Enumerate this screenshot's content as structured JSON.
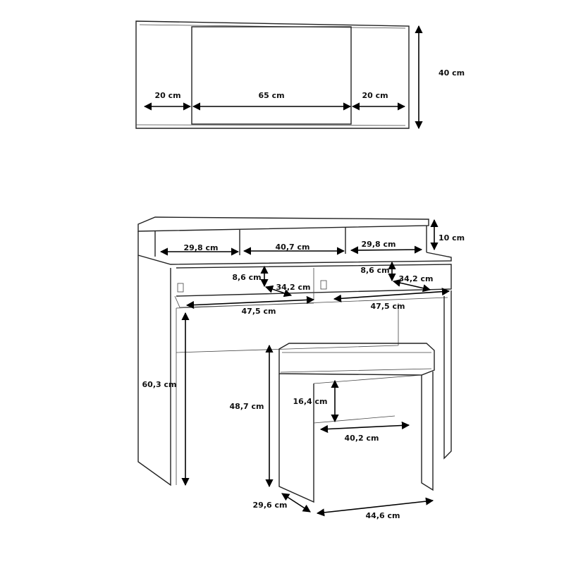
{
  "mirror": {
    "width_left": "20 cm",
    "width_center": "65 cm",
    "width_right": "20 cm",
    "height": "40 cm"
  },
  "console": {
    "shelf_height": "10 cm",
    "shelf_left": "29,8 cm",
    "shelf_center": "40,7 cm",
    "shelf_right": "29,8 cm",
    "drawer_left_height": "8,6 cm",
    "drawer_left_depth": "34,2 cm",
    "drawer_right_height": "8,6 cm",
    "drawer_right_depth": "34,2 cm",
    "drawer_left_width": "47,5 cm",
    "drawer_right_width": "47,5 cm",
    "knee_height": "60,3 cm"
  },
  "stool": {
    "height": "48,7 cm",
    "inner_height": "16,4 cm",
    "inner_width": "40,2 cm",
    "depth": "29,6 cm",
    "width": "44,6 cm"
  }
}
